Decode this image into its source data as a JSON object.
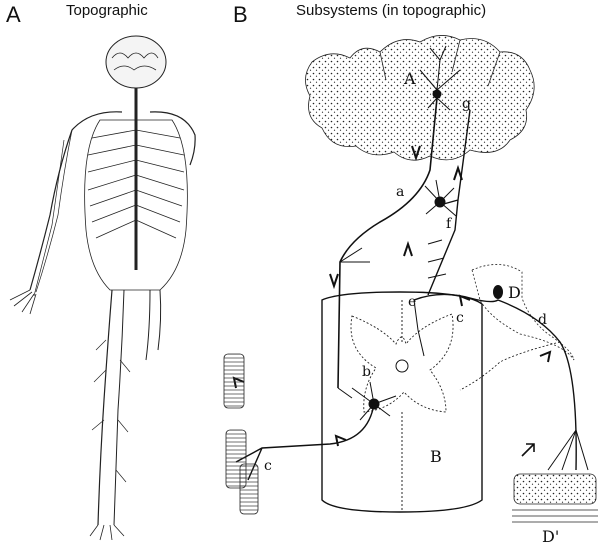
{
  "panel_a": {
    "letter": "A",
    "title": "Topographic"
  },
  "panel_b": {
    "letter": "B",
    "title": "Subsystems (in topographic)"
  },
  "diagram_labels": {
    "cortex": "A",
    "cord": "B",
    "spinal_ganglion": "D",
    "skin": "D'",
    "motor_axon": "a",
    "motor_neuron": "b",
    "muscle": "c",
    "sensory_fiber": "d",
    "spinal_entry": "e",
    "relay_neuron": "f",
    "ascending": "g"
  }
}
